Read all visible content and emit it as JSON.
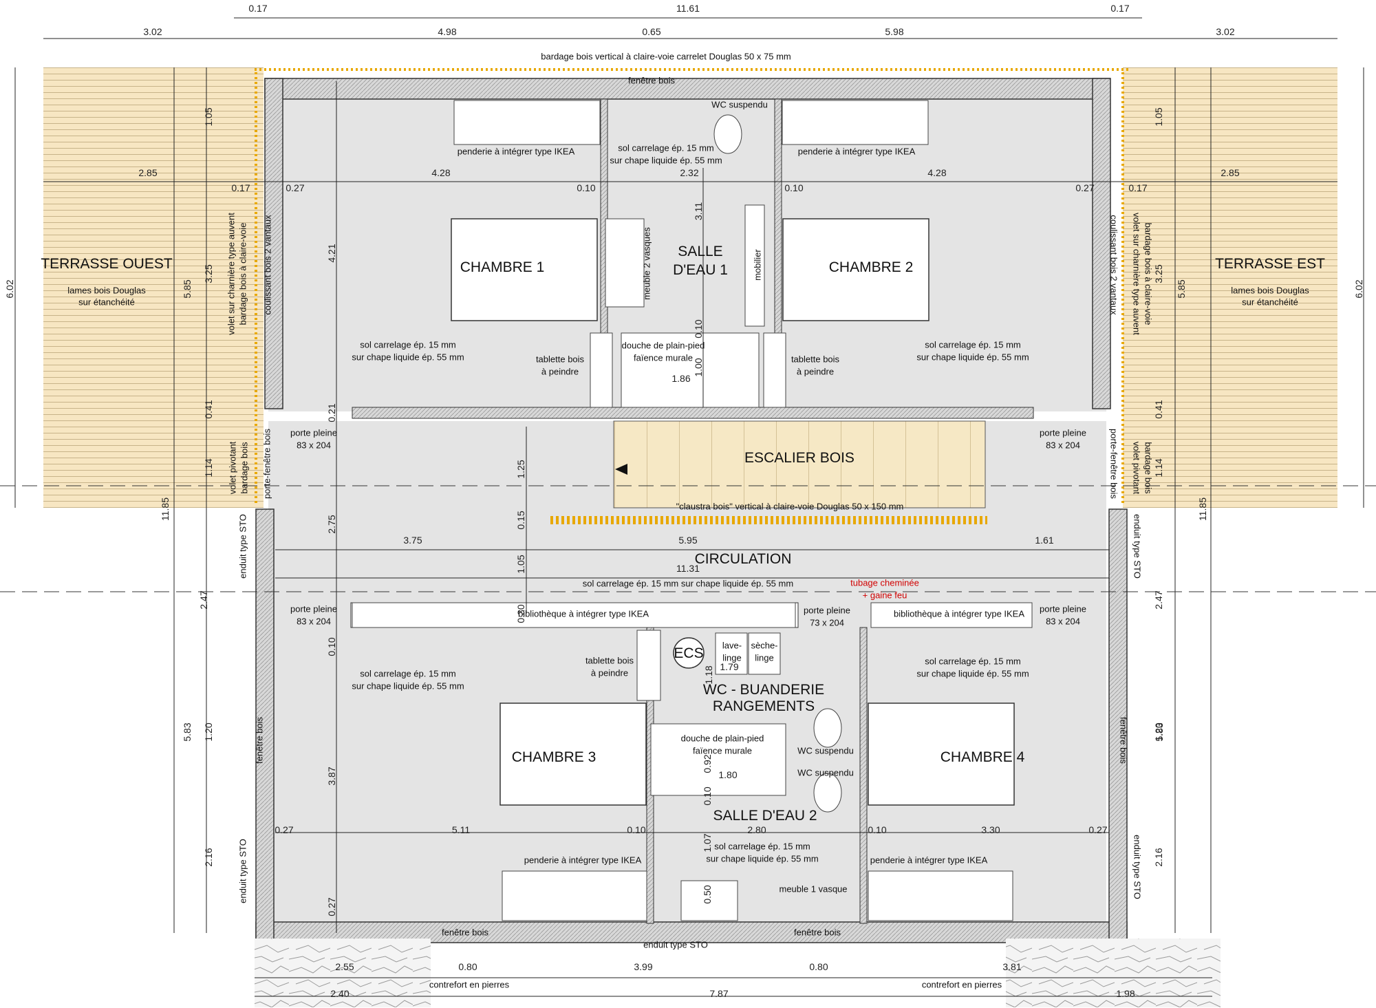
{
  "rooms": {
    "terrasse_ouest": {
      "name": "TERRASSE OUEST",
      "desc1": "lames bois Douglas",
      "desc2": "sur étanchéité"
    },
    "terrasse_est": {
      "name": "TERRASSE EST",
      "desc1": "lames bois Douglas",
      "desc2": "sur étanchéité"
    },
    "chambre1": "CHAMBRE 1",
    "chambre2": "CHAMBRE 2",
    "chambre3": "CHAMBRE 3",
    "chambre4": "CHAMBRE 4",
    "salle_eau1_a": "SALLE",
    "salle_eau1_b": "D'EAU 1",
    "salle_eau2": "SALLE D'EAU 2",
    "escalier": "ESCALIER BOIS",
    "circulation": "CIRCULATION",
    "wc_buanderie_a": "WC - BUANDERIE",
    "wc_buanderie_b": "RANGEMENTS"
  },
  "notes": {
    "bardage": "bardage bois vertical à claire-voie carrelet Douglas 50 x 75 mm",
    "fenetre_bois": "fenêtre bois",
    "wc_suspendu": "WC suspendu",
    "penderie": "penderie à intégrer type IKEA",
    "sol_a": "sol carrelage ép. 15 mm",
    "sol_b": "sur chape liquide ép. 55 mm",
    "sol_circulation": "sol carrelage ép. 15 mm sur chape liquide ép. 55 mm",
    "meuble_2_vasques": "meuble 2 vasques",
    "mobilier": "mobilier",
    "douche_a": "douche de plain-pied",
    "douche_b": "faïence murale",
    "tablette_a": "tablette bois",
    "tablette_b": "à peindre",
    "porte_pleine": "porte pleine",
    "porte_83": "83 x 204",
    "porte_73": "73 x 204",
    "porte_fenetre": "porte-fenêtre bois",
    "claustra": "\"claustra bois\" vertical à claire-voie Douglas 50 x 150 mm",
    "tubage_a": "tubage cheminée",
    "tubage_b": "+ gaine feu",
    "bibliotheque": "bibliothèque à intégrer type IKEA",
    "ecs": "ECS",
    "lave_a": "lave-",
    "lave_b": "linge",
    "seche_a": "sèche-",
    "seche_b": "linge",
    "meuble_1_vasque": "meuble 1 vasque",
    "enduit": "enduit type STO",
    "contrefort": "contrefort en pierres",
    "coulissant": "coulissant bois 2 vantaux",
    "volet_auvent": "volet sur charnière type auvent",
    "bardage_claire_voie": "bardage bois à claire-voie",
    "volet_pivotant": "volet pivotant",
    "bardage_bois": "bardage bois",
    "fenetre_bois_v": "fenêtre bois"
  },
  "dims": {
    "top_017": "0.17",
    "top_1161": "11.61",
    "top_302": "3.02",
    "top_498": "4.98",
    "top_065": "0.65",
    "top_598": "5.98",
    "d_285": "2.85",
    "d_027": "0.27",
    "d_428": "4.28",
    "d_010": "0.10",
    "d_232": "2.32",
    "d_602": "6.02",
    "d_105": "1.05",
    "d_325": "3.25",
    "d_585": "5.85",
    "d_041": "0.41",
    "d_114": "1.14",
    "d_1185": "11.85",
    "d_421": "4.21",
    "d_311": "3.11",
    "d_100": "1.00",
    "d_186": "1.86",
    "d_021": "0.21",
    "d_125": "1.25",
    "d_015": "0.15",
    "d_275": "2.75",
    "d_375": "3.75",
    "d_595": "5.95",
    "d_161": "1.61",
    "d_1131": "11.31",
    "d_030": "0.30",
    "d_247": "2.47",
    "d_118": "1.18",
    "d_179": "1.79",
    "d_583": "5.83",
    "d_120": "1.20",
    "d_387": "3.87",
    "d_092": "0.92",
    "d_180": "1.80",
    "d_511": "5.11",
    "d_280": "2.80",
    "d_330": "3.30",
    "d_107": "1.07",
    "d_216": "2.16",
    "d_050": "0.50",
    "b_255": "2.55",
    "b_080": "0.80",
    "b_399": "3.99",
    "b_381": "3.81",
    "b_240": "2.40",
    "b_787": "7.87",
    "b_198": "1.98"
  },
  "colors": {
    "terrace": "#f7e6c2",
    "plank": "#cdb88d",
    "stair": "#f6e8c5",
    "floor": "#e4e4e4",
    "wall": "#8a8a8a",
    "claustra": "#e8a800",
    "stone": "#f1f1f1",
    "red": "#d10000"
  }
}
